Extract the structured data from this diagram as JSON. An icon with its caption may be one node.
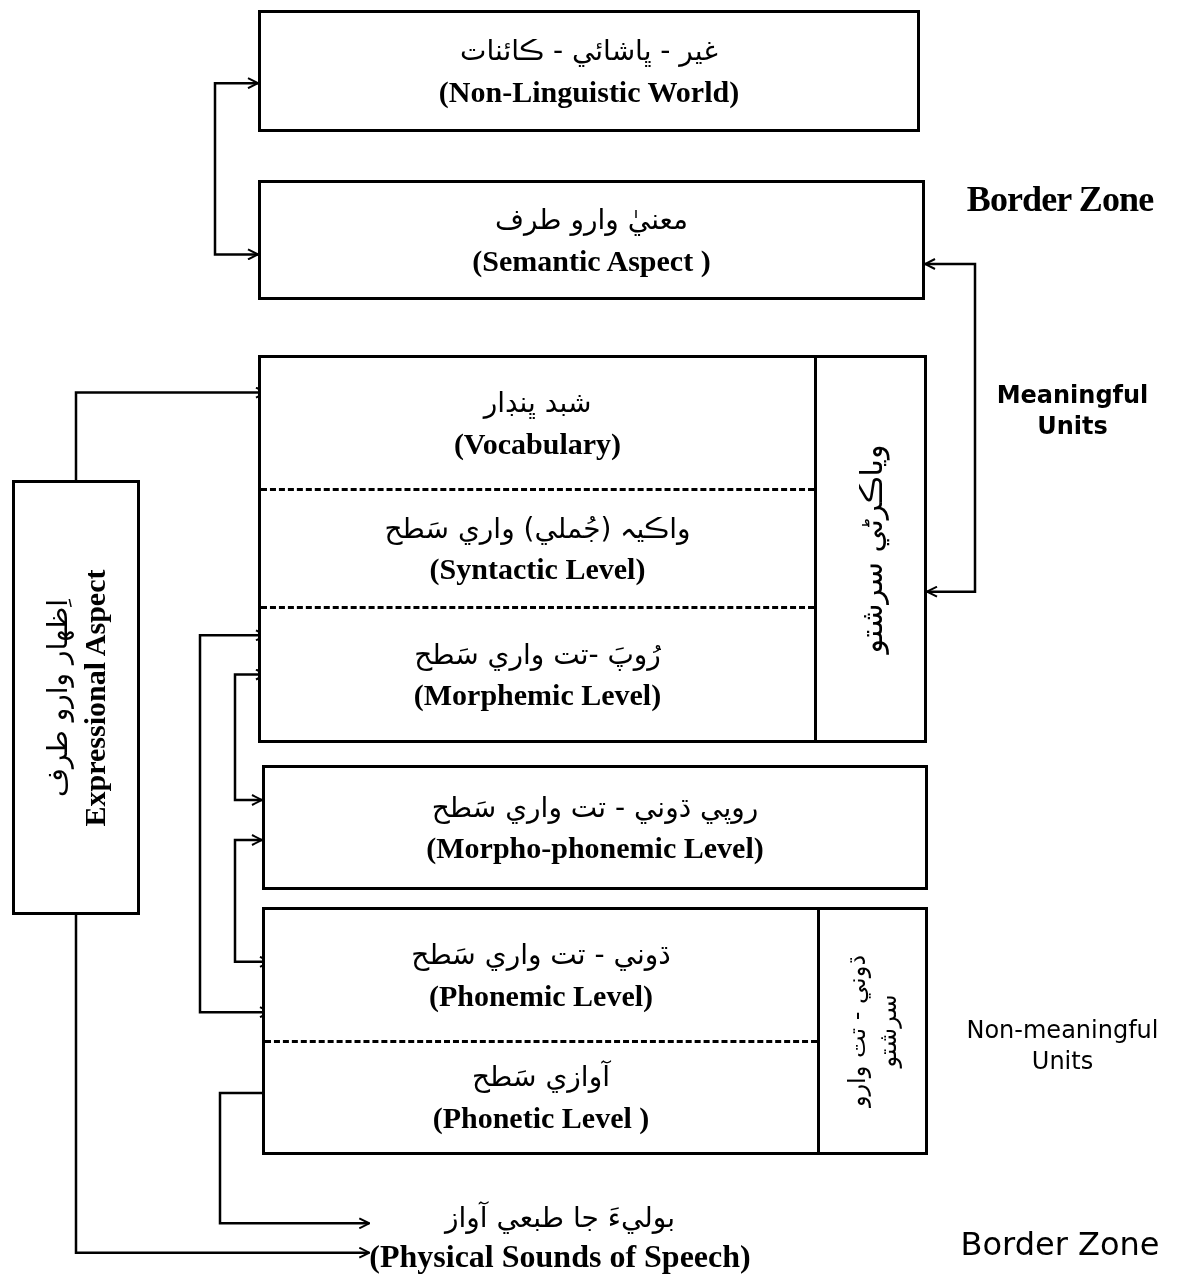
{
  "diagram": {
    "nodes": [
      {
        "text": [
          "غير - ڀاشائي - ڪائنات",
          "(Non-Linguistic World)"
        ]
      },
      {
        "text": [
          "معنيٰ وارو طرف",
          "(Semantic Aspect )"
        ]
      },
      {
        "text": [
          "وياڪرڻي سرشتو"
        ]
      },
      {
        "text": [
          "شبد ڀنڊار",
          "(Vocabulary)"
        ],
        "in": 2
      },
      {
        "text": [
          "واڪيہ (جُملي) واري سَطح",
          "(Syntactic Level)"
        ],
        "in": 2
      },
      {
        "text": [
          "رُوپَ -تت واري سَطح",
          "(Morphemic Level)"
        ],
        "in": 2
      },
      {
        "text": [
          "روپي ڌوني - تت واري سَطح",
          "(Morpho-phonemic Level)"
        ]
      },
      {
        "text": [
          "ڌوني - تت وارو سرشتو"
        ]
      },
      {
        "text": [
          "ڌوني - تت واري سَطح",
          "(Phonemic Level)"
        ],
        "in": 7
      },
      {
        "text": [
          "آوازي سَطح",
          "(Phonetic Level )"
        ],
        "in": 7
      },
      {
        "text": [
          "بوليءَ جا طبعي آواز",
          "(Physical Sounds of Speech)"
        ]
      },
      {
        "text": [
          "اِظهار وارو طرف",
          "Expressional Aspect"
        ]
      }
    ],
    "edges": [
      {
        "from": 0,
        "to": 1,
        "arrow": "both"
      },
      {
        "from": 1,
        "to": 2,
        "arrow": "both"
      },
      {
        "from": 11,
        "to": 3,
        "arrow": "to"
      },
      {
        "from": 11,
        "to": 10,
        "arrow": "to"
      },
      {
        "from": 5,
        "to": 8,
        "arrow": "both"
      },
      {
        "from": 5,
        "to": 6,
        "arrow": "both"
      },
      {
        "from": 6,
        "to": 8,
        "arrow": "both"
      },
      {
        "from": 9,
        "to": 10,
        "arrow": "to"
      }
    ],
    "labels": [
      "Border Zone",
      "Meaningful Units",
      "Non-meaningful Units",
      "Border Zone"
    ]
  }
}
